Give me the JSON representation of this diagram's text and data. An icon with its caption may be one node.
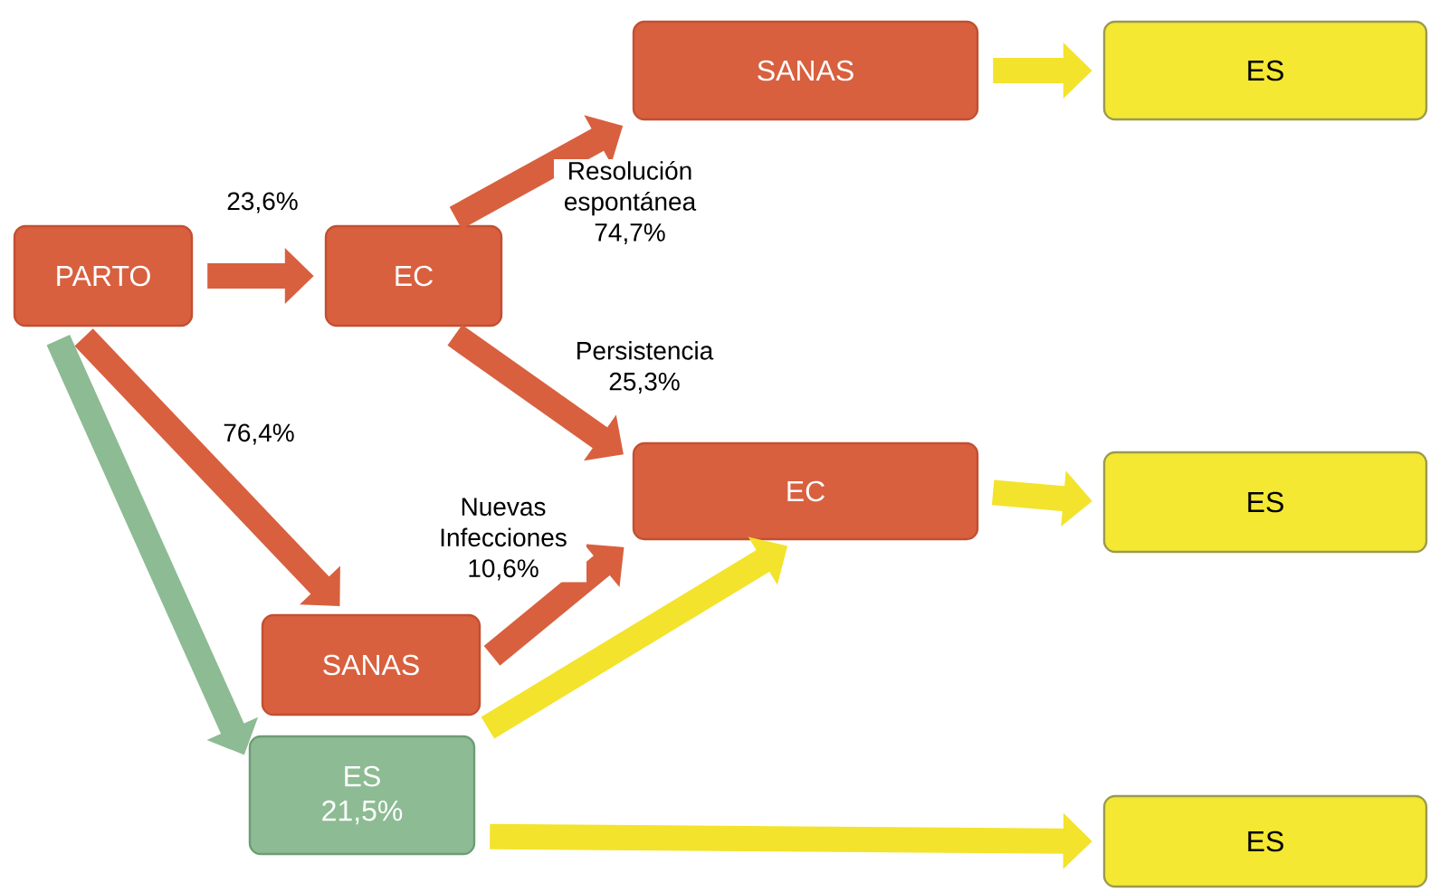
{
  "diagram": {
    "nodes": [
      {
        "text": [
          "PARTO"
        ]
      },
      {
        "text": [
          "EC"
        ]
      },
      {
        "text": [
          "SANAS"
        ]
      },
      {
        "text": [
          "ES"
        ]
      },
      {
        "text": [
          "EC"
        ]
      },
      {
        "text": [
          "ES"
        ]
      },
      {
        "text": [
          "SANAS"
        ]
      },
      {
        "text": [
          "ES",
          "21,5%"
        ]
      },
      {
        "text": [
          "ES"
        ]
      }
    ],
    "edges": [
      {
        "from": 0,
        "to": 1,
        "arrow": "to",
        "label": "23,6%"
      },
      {
        "from": 1,
        "to": 2,
        "arrow": "to",
        "label": "Resolución espontánea 74,7%"
      },
      {
        "from": 1,
        "to": 4,
        "arrow": "to",
        "label": "Persistencia 25,3%"
      },
      {
        "from": 0,
        "to": 6,
        "arrow": "to",
        "label": "76,4%"
      },
      {
        "from": 6,
        "to": 4,
        "arrow": "to",
        "label": "Nuevas Infecciones 10,6%"
      },
      {
        "from": 0,
        "to": 7,
        "arrow": "to",
        "color": "#8dbb93"
      },
      {
        "from": 7,
        "to": 4,
        "arrow": "to",
        "color": "#f3e32c"
      },
      {
        "from": 7,
        "to": 8,
        "arrow": "to",
        "color": "#f3e32c"
      },
      {
        "from": 2,
        "to": 3,
        "arrow": "to",
        "color": "#f3e32c"
      },
      {
        "from": 4,
        "to": 5,
        "arrow": "to",
        "color": "#f3e32c"
      }
    ]
  }
}
